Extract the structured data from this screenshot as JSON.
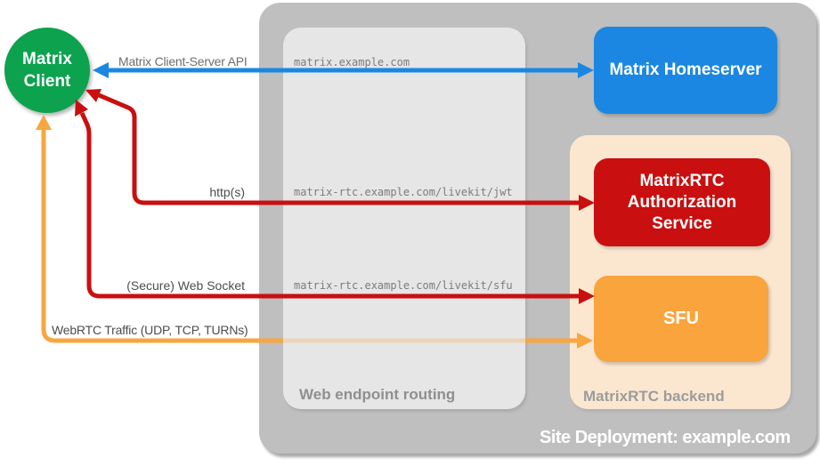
{
  "nodes": {
    "client": {
      "line1": "Matrix",
      "line2": "Client",
      "color": "#0CA24E"
    },
    "homeserver": {
      "label": "Matrix Homeserver",
      "color": "#1B87E2"
    },
    "auth": {
      "label": "MatrixRTC Authorization Service",
      "color": "#C90F0F"
    },
    "sfu": {
      "label": "SFU",
      "color": "#F9A43C"
    }
  },
  "groups": {
    "routing": {
      "caption": "Web endpoint routing",
      "color": "#E6E6E6"
    },
    "backend": {
      "caption": "MatrixRTC backend",
      "color": "#FBE7D0"
    },
    "site": {
      "caption": "Site Deployment: example.com",
      "color": "#BFBFBF"
    }
  },
  "endpoints": [
    "matrix.example.com",
    "matrix-rtc.example.com/livekit/jwt",
    "matrix-rtc.example.com/livekit/sfu"
  ],
  "connections": {
    "client_server_api": {
      "label": "Matrix Client-Server API",
      "color": "#1B87E2"
    },
    "https": {
      "label": "http(s)",
      "color": "#C90F0F"
    },
    "websocket": {
      "label": "(Secure) Web Socket",
      "color": "#C90F0F"
    },
    "webrtc": {
      "label": "WebRTC Traffic (UDP, TCP, TURNs)",
      "color": "#F7A640"
    }
  }
}
